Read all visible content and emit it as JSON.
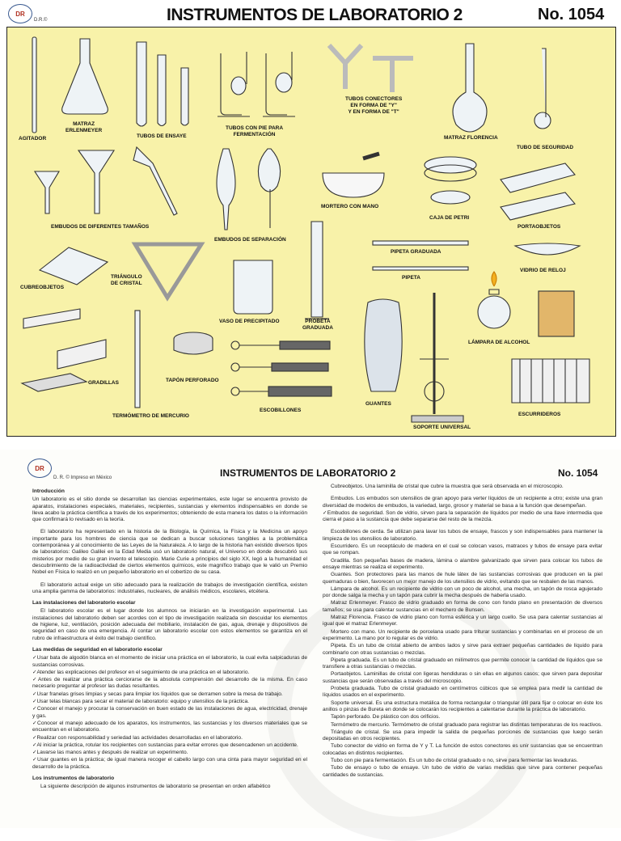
{
  "top": {
    "logo": "DR",
    "dr": "D.R.©",
    "title": "INSTRUMENTOS DE LABORATORIO 2",
    "number": "No. 1054"
  },
  "poster": {
    "labels": {
      "agitador": "AGITADOR",
      "matraz_erlenmeyer": "MATRAZ\nERLENMEYER",
      "tubos_ensaye": "TUBOS DE ENSAYE",
      "tubos_pie": "TUBOS CON PIE PARA\nFERMENTACIÓN",
      "tubos_conectores": "TUBOS CONECTORES\nEN FORMA DE \"Y\"\nY EN FORMA DE \"T\"",
      "matraz_florencia": "MATRAZ FLORENCIA",
      "tubo_seguridad": "TUBO DE SEGURIDAD",
      "embudos": "EMBUDOS DE DIFERENTES TAMAÑOS",
      "embudos_separacion": "EMBUDOS DE SEPARACIÓN",
      "mortero": "MORTERO CON MANO",
      "caja_petri": "CAJA DE PETRI",
      "portaobjetos": "PORTAOBJETOS",
      "pipeta_graduada": "PIPETA GRADUADA",
      "vidrio_reloj": "VIDRIO DE RELOJ",
      "pipeta": "PIPETA",
      "cubreobjetos": "CUBREOBJETOS",
      "triangulo": "TRIÁNGULO\nDE CRISTAL",
      "vaso_precipitado": "VASO DE PRECIPITADO",
      "probeta": "PROBETA\nGRADUADA",
      "lampara": "LÁMPARA DE ALCOHOL",
      "gradillas": "GRADILLAS",
      "tapon": "TAPÓN PERFORADO",
      "termometro": "TERMÓMETRO DE MERCURIO",
      "escobillones": "ESCOBILLONES",
      "guantes": "GUANTES",
      "soporte": "SOPORTE UNIVERSAL",
      "escurrideros": "ESCURRIDEROS"
    }
  },
  "sheet": {
    "logo": "DR",
    "dr": "D. R. © Impreso en México",
    "title": "INSTRUMENTOS DE LABORATORIO 2",
    "number": "No.  1054",
    "left": [
      {
        "t": "h",
        "text": "Introducción"
      },
      {
        "t": "p",
        "text": "Un laboratorio es el sitio donde se desarrollan las ciencias experimentales, este lugar se encuentra provisto de aparatos, instalaciones especiales, materiales, recipientes, sustancias y elementos indispensables en donde se lleva acabo la práctica científica a través de los experimentos; obteniendo de esta manera los datos o la información que confirmará lo revisado en la teoría."
      },
      {
        "t": "gap"
      },
      {
        "t": "pi",
        "text": "El laboratorio ha representado en la historia de la Biología, la Química, la Física y la Medicina un apoyo importante para los hombres de ciencia que se dedican a buscar soluciones tangibles a la problemática contemporánea y al conocimiento de las Leyes de la Naturaleza. A lo largo de la historia han existido diversos tipos de laboratorios: Galileo Galilei en la Edad Media usó un laboratorio natural, el Universo en donde descubrió sus misterios por medio de su gran invento el telescopio. Marie Curie a principios del siglo XX, legó a la humanidad el descubrimiento de la radioactividad de ciertos elementos químicos, este magnífico trabajo que le valió un Premio Nobel en Física lo realizó en un pequeño laboratorio en el cobertizo de su casa."
      },
      {
        "t": "gap"
      },
      {
        "t": "pi",
        "text": "El laboratorio actual exige un sitio adecuado para la realización de trabajos de investigación científica, existen una amplia gamma de laboratorios: industriales, nucleares, de análisis médicos, escolares, etcétera."
      },
      {
        "t": "h",
        "text": "Las instalaciones del laboratorio escolar"
      },
      {
        "t": "pi",
        "text": "El laboratorio escolar es el lugar donde los alumnos se iniciarán en la investigación experimental. Las instalaciones del laboratorio deben ser acordes con el tipo de investigación realizada sin descuidar los elementos de higiene, luz, ventilación, posición adecuada del mobiliario, instalación de gas, agua, drenaje y dispositivos de seguridad en caso de una emergencia. Al contar un laboratorio escolar con estos elementos se garantiza en el rubro de infraestructura el éxito del trabajo científico."
      },
      {
        "t": "h",
        "text": "Las medidas de seguridad en el laboratorio escolar"
      },
      {
        "t": "p",
        "text": "✓Usar bata de algodón blanca en el momento de iniciar una práctica en el laboratorio, la cual evita salpicaduras de sustancias corrosivas."
      },
      {
        "t": "p",
        "text": "✓Atender las explicaciones del profesor en el seguimiento de una práctica en el laboratorio."
      },
      {
        "t": "p",
        "text": "✓Antes de realizar una práctica cerciorarse de la absoluta comprensión del desarrollo de la misma. En caso necesario preguntar al profesor las dudas resultantes."
      },
      {
        "t": "p",
        "text": "✓Usar franelas grises limpias y secas para limpiar los líquidos que se derramen sobre la mesa de trabajo."
      },
      {
        "t": "p",
        "text": "✓Usar telas blancas para secar el material de laboratorio: equipo y utensilios de la práctica."
      },
      {
        "t": "p",
        "text": "✓Conocer el manejo y procurar la conservación en buen estado de las instalaciones de agua, electricidad, drenaje y gas."
      },
      {
        "t": "p",
        "text": "✓Conocer el manejo adecuado de los aparatos, los instrumentos, las sustancias y los diversos materiales que se encuentran en el laboratorio."
      },
      {
        "t": "p",
        "text": "✓Realizar con responsabilidad y seriedad las actividades desarrolladas en el laboratorio."
      },
      {
        "t": "p",
        "text": "✓Al iniciar la práctica, rotular los recipientes con sustancias para evitar errores que desencadenen un accidente."
      },
      {
        "t": "p",
        "text": "✓Lavarse las manos antes y después de realizar un experimento."
      },
      {
        "t": "p",
        "text": "✓Usar guantes en la práctica; de igual manera recoger el cabello largo con una cinta para mayor seguridad en el desarrollo de la práctica."
      },
      {
        "t": "h",
        "text": "Los instrumentos de laboratorio"
      },
      {
        "t": "pi",
        "text": "La siguiente descripción de algunos instrumentos de laboratorio se presentan en orden alfabético"
      }
    ],
    "right": [
      {
        "t": "pi",
        "text": "Cubreobjetos. Una laminilla de cristal que cubre la muestra que será observada en el microscopio."
      },
      {
        "t": "gap"
      },
      {
        "t": "pi",
        "text": "Embudos. Los embudos son utensilios de gran apoyo para verter líquidos de un recipiente a otro; existe una gran diversidad de modelos de embudos, la variedad, largo, grosor y material se basa a la función que desempeñan."
      },
      {
        "t": "p",
        "text": "✓Embudos de seguridad. Son de vidrio, sirven para la separación de líquidos por medio de una llave intermedia que cierra el paso a la sustancia que debe separarse del resto de la mezcla."
      },
      {
        "t": "gap"
      },
      {
        "t": "pi",
        "text": "Escobillones de cerda. Se utilizan para lavar los tubos de ensaye, frascos y son indispensables para mantener la limpieza de los utensilios de laboratorio."
      },
      {
        "t": "pi",
        "text": "Escurridero. Es un receptáculo de madera en el cual se colocan vasos, matraces y tubos de ensaye para evitar que se rompan."
      },
      {
        "t": "pi",
        "text": "Gradilla. Son pequeñas bases de madera, lámina o alambre galvanizado que sirven para colocar los tubos de ensaye mientras se realiza el experimento."
      },
      {
        "t": "pi",
        "text": "Guantes. Son protectores para las manos de hule látex de las sustancias corrosivas que producen en la piel quemaduras o bien, favorecen un mejor manejo de los utensilios de vidrio, evitando que se resbalen de las manos."
      },
      {
        "t": "pi",
        "text": "Lámpara de alcohol. Es un recipiente de vidrio con un poco de alcohol, una mecha, un tapón de rosca agujerado por donde salga la mecha y un tapón para cubrir la mecha después de haberla usado."
      },
      {
        "t": "pi",
        "text": "Matraz Erlenmeyer. Frasco de vidrio graduado en forma de cono con fondo plano en presentación de diversos tamaños; se usa para calentar sustancias en el mechero de Bunsen."
      },
      {
        "t": "pi",
        "text": "Matraz Florencia. Frasco de vidrio plano con forma esférica y un largo cuello. Se usa para calentar sustancias al igual que el matraz Erlenmeyer."
      },
      {
        "t": "pi",
        "text": "Mortero con mano. Un recipiente de porcelana usado para triturar sustancias y combinarlas en el proceso de un experimento. La mano por lo regular es de vidrio."
      },
      {
        "t": "pi",
        "text": "Pipeta. Es un tubo de cristal abierto de ambos lados y sirve para extraer pequeñas cantidades de líquido para combinarlo con otras sustancias o mezclas."
      },
      {
        "t": "pi",
        "text": "Pipeta graduada. Es un tubo de cristal graduado en milímetros que permite conocer la cantidad de líquidos que se transfiere a otras sustancias o mezclas."
      },
      {
        "t": "pi",
        "text": "Portaobjetos. Laminillas de cristal con ligeras hendiduras o sin ellas en algunos casos; que sirven para depositar sustancias que serán observadas a través del microscopio."
      },
      {
        "t": "pi",
        "text": "Probeta graduada. Tubo de cristal graduado en centímetros cúbicos que se emplea para medir la cantidad de líquidos usados en el experimento."
      },
      {
        "t": "pi",
        "text": "Soporte universal. Es una estructura metálica de forma rectangular o triangular útil para fijar o colocar en éste los anillos o pinzas de Bureta en donde se colocarán los recipientes a calentarse durante la práctica de laboratorio."
      },
      {
        "t": "pi",
        "text": "Tapón perforado. De plástico con dos orificios."
      },
      {
        "t": "pi",
        "text": "Termómetro de mercurio. Termómetro de cristal graduado para registrar las distintas temperaturas de los reactivos."
      },
      {
        "t": "pi",
        "text": "Triángulo de cristal. Se usa para impedir la salida de pequeñas porciones de sustancias que luego serán depositadas en otros recipientes."
      },
      {
        "t": "pi",
        "text": "Tubo conector de vidrio en forma de Y y T. La función de estos conectores es unir sustancias que se encuentran colocadas en distintos recipientes."
      },
      {
        "t": "pi",
        "text": "Tubo con pie para fermentación. Es un tubo de cristal graduado o no, sirve para fermentar las levaduras."
      },
      {
        "t": "pi",
        "text": "Tubo de ensayo o tubo de ensaye. Un tubo de vidrio de varias medidas que sirve para contener pequeñas cantidades de sustancias."
      }
    ]
  }
}
